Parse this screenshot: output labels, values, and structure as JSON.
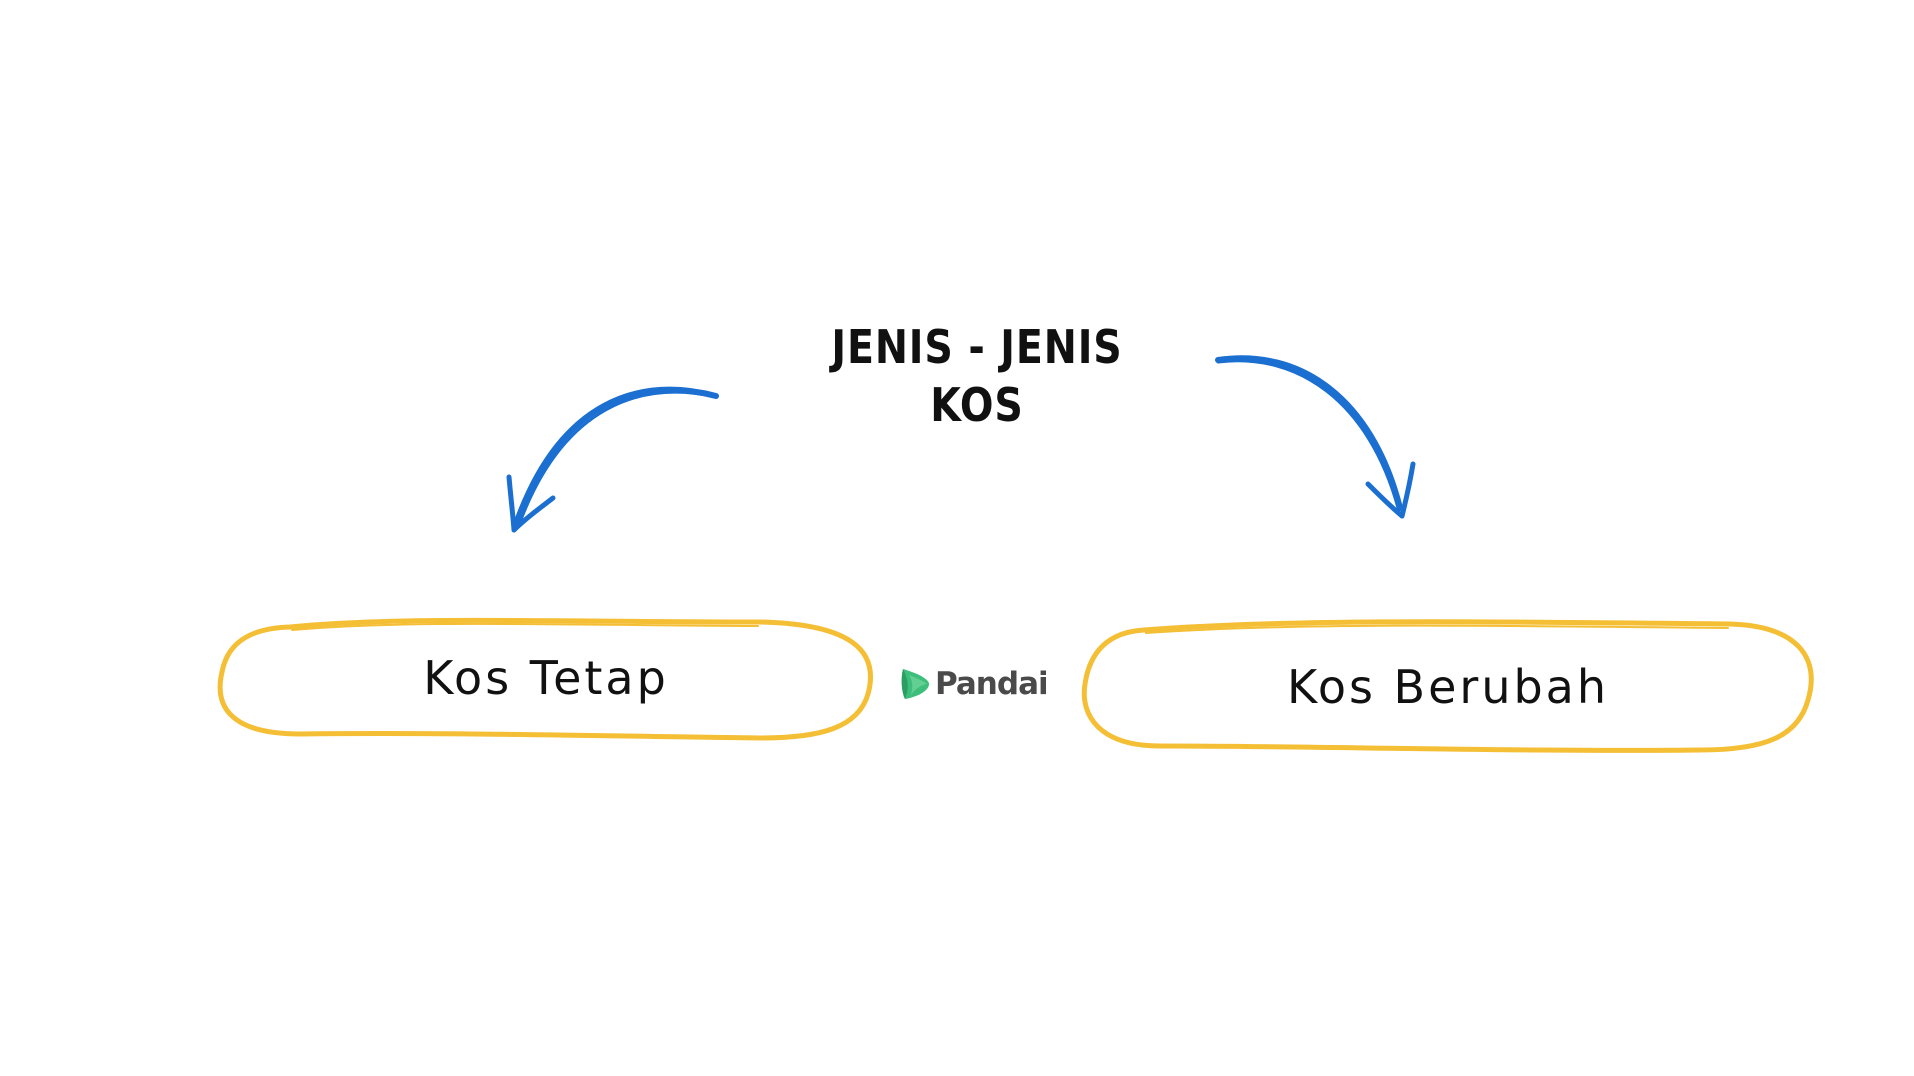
{
  "title": {
    "line1": "JENIS - JENIS",
    "line2": "KOS"
  },
  "branches": [
    {
      "label": "Kos Tetap"
    },
    {
      "label": "Kos Berubah"
    }
  ],
  "logo": {
    "text": "Pandai"
  },
  "colors": {
    "arrow": "#1A6FD1",
    "outline": "#F4BE35",
    "text": "#111111",
    "logo_green": "#3DBE7A",
    "logo_text": "#4A4A4A"
  },
  "icons": {
    "left_arrow": "curved-arrow-down-left-icon",
    "right_arrow": "curved-arrow-down-right-icon",
    "logo_mark": "pandai-leaf-icon"
  }
}
